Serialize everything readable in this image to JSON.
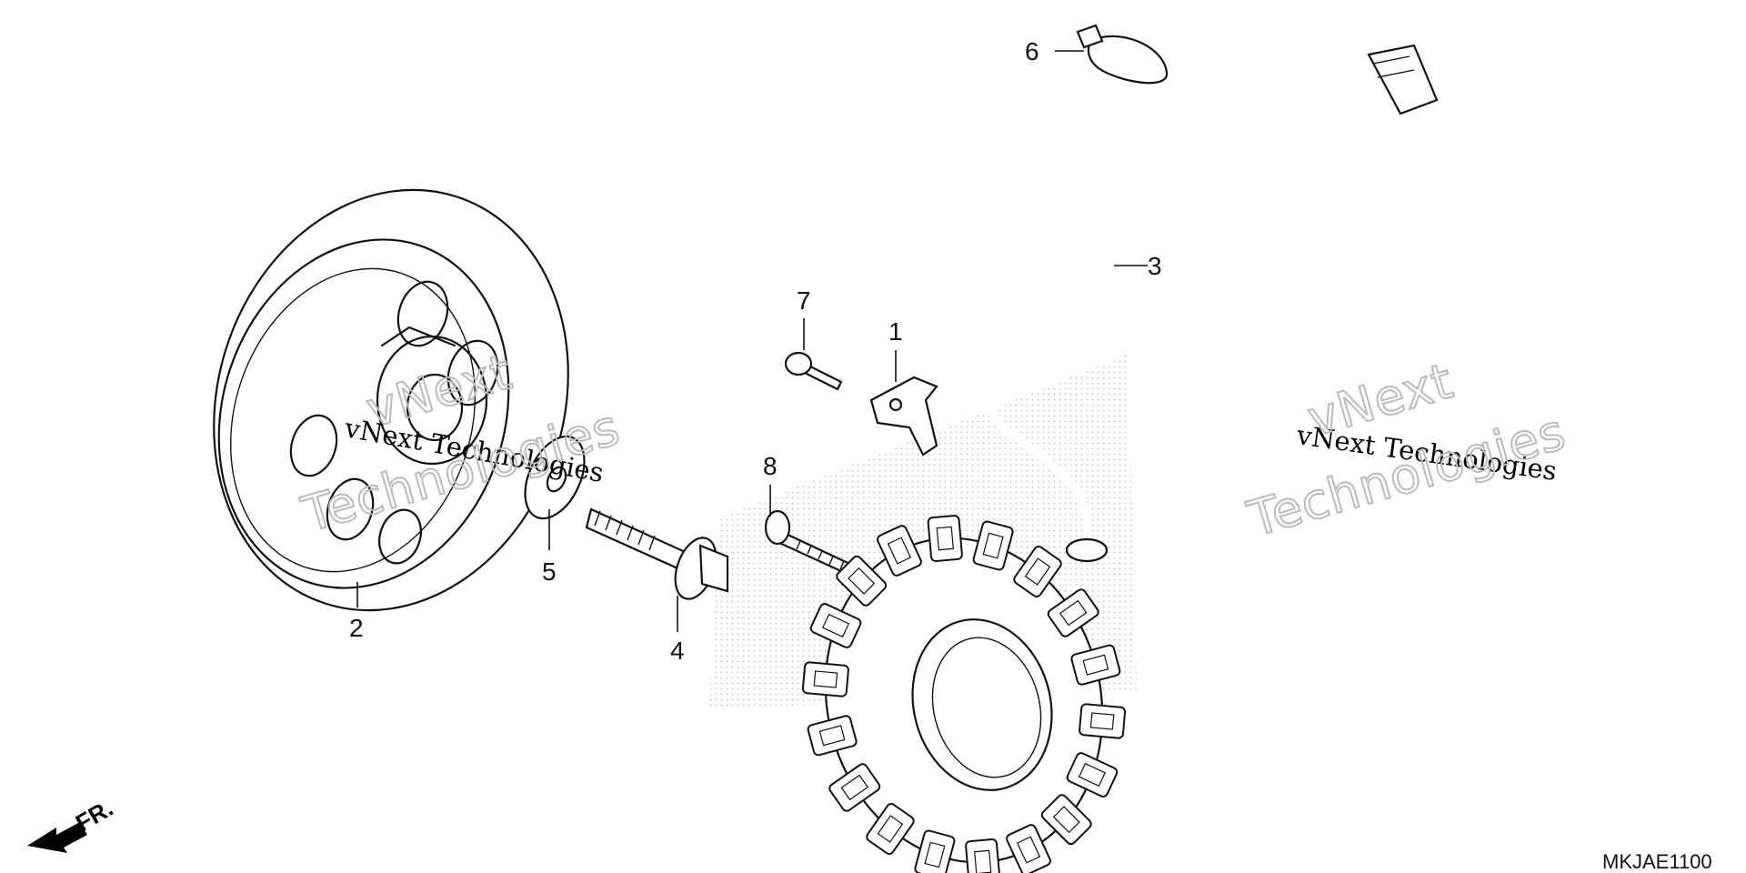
{
  "diagram": {
    "callouts": [
      {
        "id": "1",
        "label": "1"
      },
      {
        "id": "2",
        "label": "2"
      },
      {
        "id": "3",
        "label": "3"
      },
      {
        "id": "4",
        "label": "4"
      },
      {
        "id": "5",
        "label": "5"
      },
      {
        "id": "6",
        "label": "6"
      },
      {
        "id": "7",
        "label": "7"
      },
      {
        "id": "8",
        "label": "8"
      }
    ],
    "watermark_line": "vNext Technologies",
    "watermark_outline_top": "vNext",
    "watermark_outline_bottom": "Technologies",
    "direction_label": "FR.",
    "diagram_code": "MKJAE1100"
  }
}
